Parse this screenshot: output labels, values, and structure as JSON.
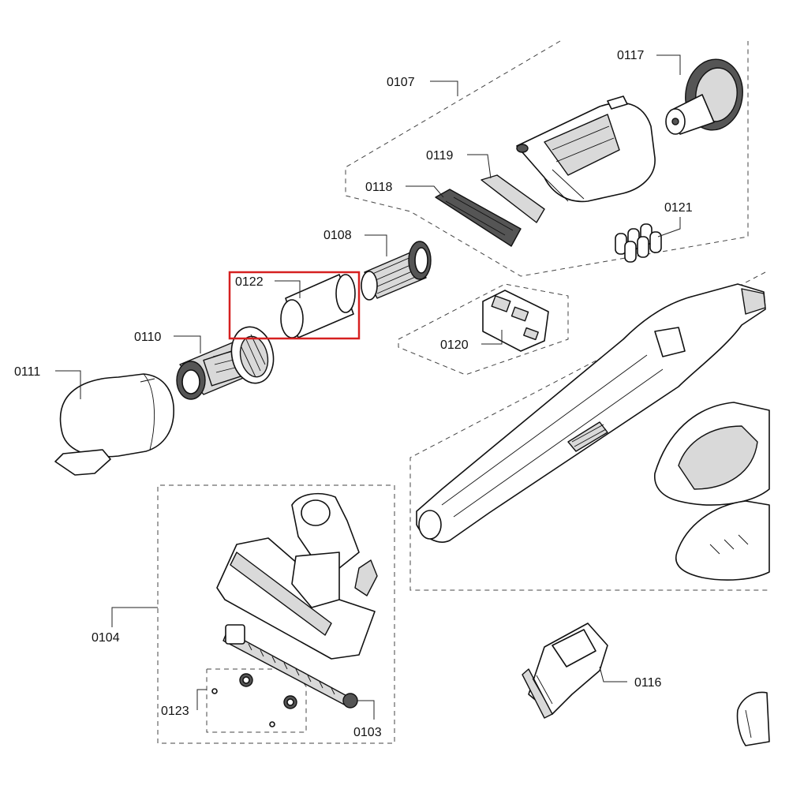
{
  "diagram": {
    "highlight_color": "#d62020",
    "highlighted_part": "0122",
    "labels": {
      "p0103": "0103",
      "p0104": "0104",
      "p0107": "0107",
      "p0108": "0108",
      "p0110": "0110",
      "p0111": "0111",
      "p0116": "0116",
      "p0117": "0117",
      "p0118": "0118",
      "p0119": "0119",
      "p0120": "0120",
      "p0121": "0121",
      "p0122": "0122",
      "p0123": "0123"
    }
  }
}
